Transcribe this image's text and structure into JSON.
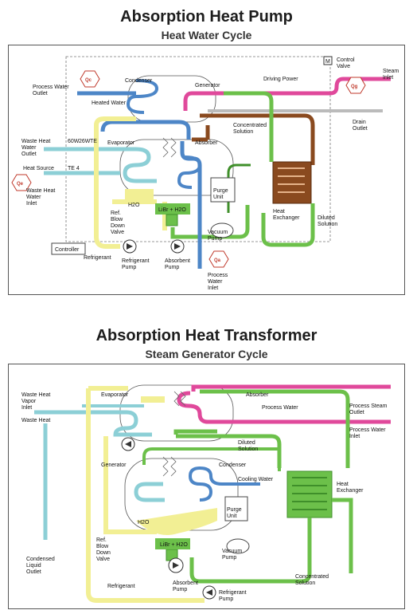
{
  "pump": {
    "title": "Absorption Heat Pump",
    "subtitle": "Heat Water Cycle",
    "labels": {
      "process_water_outlet": "Process Water\nOutlet",
      "condenser": "Condenser",
      "generator": "Generator",
      "driving_power": "Driving Power",
      "control_valve": "Control\nValve",
      "steam_inlet": "Steam\nInlet",
      "heated_water": "Heated Water",
      "drain_outlet": "Drain\nOutlet",
      "concentrated_solution": "Concentrated\nSolution",
      "waste_heat_water_outlet": "Waste Heat\nWater\nOutlet",
      "evaporator": "Evaporator",
      "absorber": "Absorber",
      "heat_source": "Heat Source",
      "waste_heat_water_inlet": "Waste Heat\nWater\nInlet",
      "te1": "60W",
      "te2": "26W",
      "te3": "TE",
      "te4": "TE 4",
      "h2o": "H2O",
      "libr": "LiBr + H2O",
      "purge_unit": "Purge\nUnit",
      "heat_exchanger": "Heat\nExchanger",
      "ref_blow_down_valve": "Ref.\nBlow\nDown\nValve",
      "vacuum_pump": "Vacuum\nPump",
      "diluted_solution": "Diluted\nSolution",
      "controller": "Controller",
      "refrigerant": "Refrigerant",
      "refrigerant_pump": "Refrigerant\nPump",
      "absorbent_pump": "Absorbent\nPump",
      "process_water_inlet": "Process\nWater\nInlet",
      "m": "M"
    },
    "badges": {
      "qc": "Qc",
      "qg": "Qg",
      "qe": "Qe",
      "qa": "Qa"
    }
  },
  "transformer": {
    "title": "Absorption Heat Transformer",
    "subtitle": "Steam Generator Cycle",
    "labels": {
      "waste_heat_vapor_inlet": "Waste Heat\nVapor\nInlet",
      "evaporator": "Evaporator",
      "absorber": "Absorber",
      "process_water": "Process Water",
      "process_steam_outlet": "Process  Steam\nOutlet",
      "process_water_inlet": "Process Water\nInlet",
      "waste_heat": "Waste Heat",
      "diluted_solution": "Diluted\nSolution",
      "generator": "Generator",
      "condenser": "Condenser",
      "cooling_water": "Cooling Water",
      "heat_exchanger": "Heat\nExchanger",
      "purge_unit": "Purge\nUnit",
      "h2o": "H2O",
      "libr": "LiBr + H2O",
      "ref_blow_down_valve": "Ref.\nBlow\nDown\nValve",
      "vacuum_pump": "Vacuum\nPump",
      "condensed_liquid_outlet": "Condensed\nLiquid\nOutlet",
      "absorbent_pump": "Absorbent\nPump",
      "concentrated_solution": "Concentrated\nSolution",
      "refrigerant": "Refrigerant",
      "refrigerant_pump": "Refrigerant\nPump"
    }
  },
  "colors": {
    "hot": "#e0499b",
    "water": "#4d86c7",
    "cool": "#8ccfd6",
    "solution": "#8a4a1f",
    "green": "#6cc04a",
    "yellow": "#f2ef94",
    "dark_green": "#3f8f2a"
  }
}
